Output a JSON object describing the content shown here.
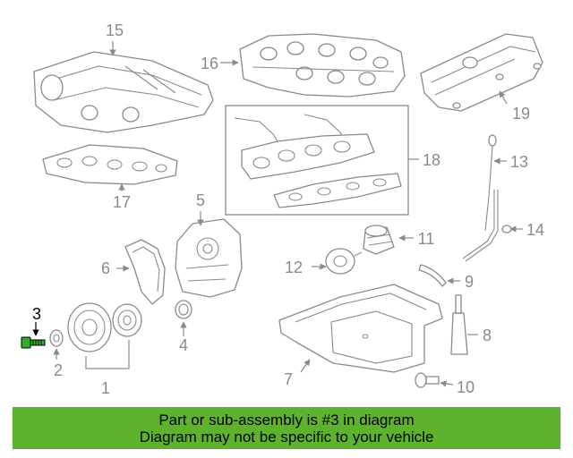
{
  "diagram": {
    "callouts": [
      "1",
      "2",
      "3",
      "4",
      "5",
      "6",
      "7",
      "8",
      "9",
      "10",
      "11",
      "12",
      "13",
      "14",
      "15",
      "16",
      "17",
      "18",
      "19"
    ],
    "highlighted": "3",
    "colors": {
      "line": "#8a8a8a",
      "highlight": "#000000",
      "highlight_part": "#2fae2a"
    }
  },
  "banner": {
    "line1": "Part or sub-assembly is #3 in diagram",
    "line2": "Diagram may not be specific to your vehicle",
    "background": "#5eb22e"
  }
}
